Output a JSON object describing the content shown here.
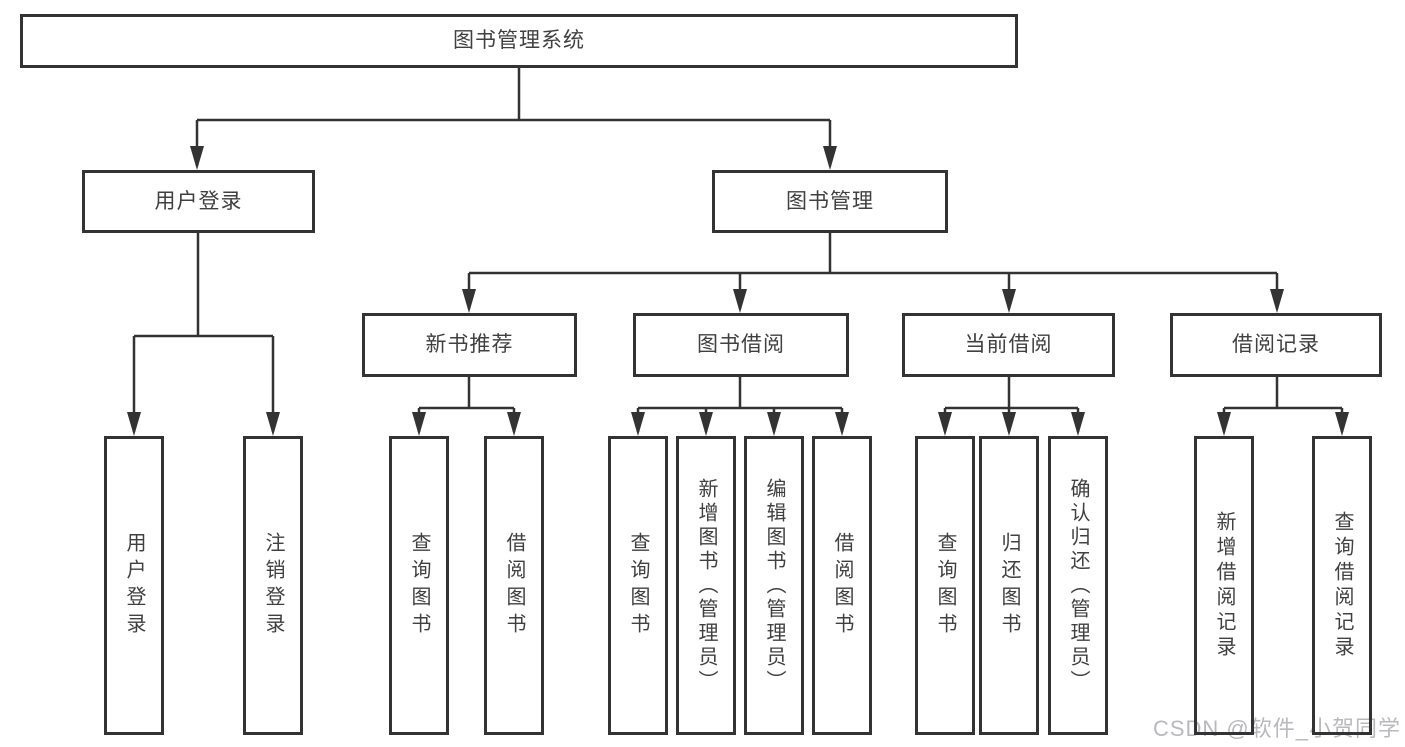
{
  "diagram": {
    "root": {
      "label": "图书管理系统"
    },
    "level2": [
      {
        "label": "用户登录"
      },
      {
        "label": "图书管理"
      }
    ],
    "level3": [
      {
        "label": "新书推荐"
      },
      {
        "label": "图书借阅"
      },
      {
        "label": "当前借阅"
      },
      {
        "label": "借阅记录"
      }
    ],
    "leaves": {
      "user_login": [
        "用户登录",
        "注销登录"
      ],
      "new_book": [
        "查询图书",
        "借阅图书"
      ],
      "book_borrow": [
        "查询图书",
        "新增图书（管理员）",
        "编辑图书（管理员）",
        "借阅图书"
      ],
      "current_borrow": [
        "查询图书",
        "归还图书",
        "确认归还（管理员）"
      ],
      "borrow_records": [
        "新增借阅记录",
        "查询借阅记录"
      ]
    }
  },
  "watermark": {
    "text": "CSDN @软件_小贺同学"
  },
  "colors": {
    "line": "#333333",
    "text": "#404040",
    "watermark": "#b9b9bd",
    "background": "#ffffff"
  }
}
